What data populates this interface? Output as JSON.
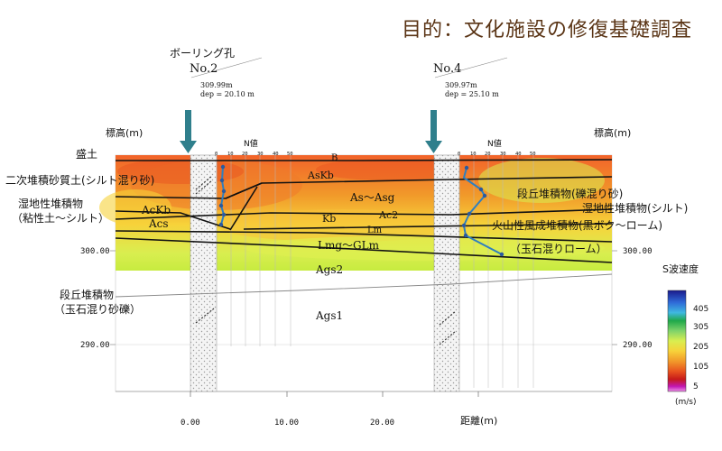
{
  "title": "目的：文化施設の修復基礎調査",
  "boreholes": [
    {
      "name": "No.2",
      "elevation": "309.99m",
      "depth": "dep = 20.10 m"
    },
    {
      "name": "No.4",
      "elevation": "309.97m",
      "depth": "dep = 25.10 m"
    }
  ],
  "boring_label": "ボーリング孔",
  "axis": {
    "elev_label_left": "標高(m)",
    "elev_label_right": "標高(m)",
    "elev_ticks": [
      "300.00",
      "290.00"
    ],
    "dist_ticks": [
      "0.00",
      "10.00",
      "20.00"
    ],
    "dist_label": "距離(m)"
  },
  "n_value": {
    "label": "N値",
    "ticks": [
      "0",
      "10",
      "20",
      "30",
      "40",
      "50"
    ]
  },
  "layers": {
    "B": "B",
    "AsKb": "AsKb",
    "As_Asg": "As～Asg",
    "AcKb": "AcKb",
    "Acs": "Acs",
    "Kb": "Kb",
    "Ac2": "Ac2",
    "Lm": "Lm",
    "Lmg_GLm": "Lmg～GLm",
    "Ags2": "Ags2",
    "Ags1": "Ags1"
  },
  "annotations": {
    "fill": "盛土",
    "secondary_sandy": "二次堆積砂質土(シルト混り砂)",
    "wetland_1": "湿地性堆積物",
    "wetland_2": "（粘性土～シルト）",
    "terrace_lower_1": "段丘堆積物",
    "terrace_lower_2": "（玉石混り砂礫）",
    "terrace_gravel": "段丘堆積物(礫混り砂)",
    "wetland_silt": "湿地性堆積物(シルト)",
    "volcanic_ash": "火山性風成堆積物(黒ボク～ローム)",
    "boulder_loam": "（玉石混りローム）"
  },
  "legend": {
    "title": "S波速度",
    "unit": "(m/s)",
    "values": [
      "405",
      "305",
      "205",
      "105",
      "5"
    ],
    "colors": [
      "#1a1a8c",
      "#2f6bd8",
      "#3fb8e0",
      "#1fa84a",
      "#7fd36a",
      "#d9ee50",
      "#f7d23a",
      "#f19a2a",
      "#e8531f",
      "#c61a1a",
      "#c218b3",
      "#ee90e8"
    ]
  },
  "colors": {
    "title": "#5a3415",
    "profile_line": "#2f7fbf",
    "arrow": "#2f7f8c"
  }
}
